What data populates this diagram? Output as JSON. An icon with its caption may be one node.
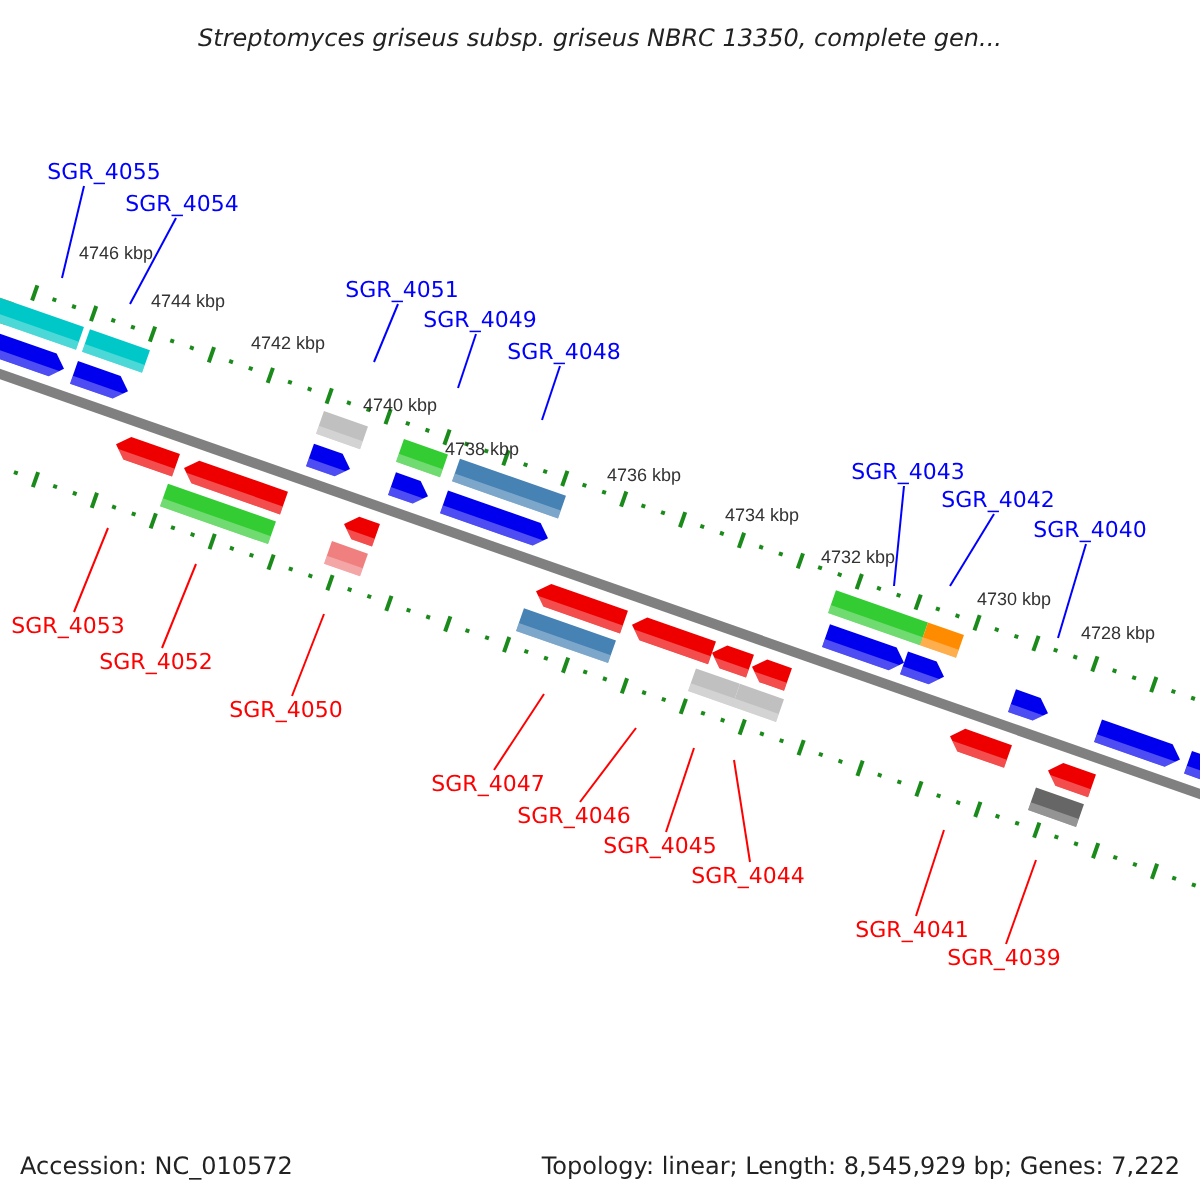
{
  "diagram": {
    "title": "Streptomyces griseus subsp. griseus NBRC 13350, complete gen...",
    "nodes": [
      {
        "text": [
          "SGR_4055"
        ]
      },
      {
        "text": [
          "SGR_4054"
        ]
      },
      {
        "text": [
          "SGR_4051"
        ]
      },
      {
        "text": [
          "SGR_4049"
        ]
      },
      {
        "text": [
          "SGR_4048"
        ]
      },
      {
        "text": [
          "SGR_4043"
        ]
      },
      {
        "text": [
          "SGR_4042"
        ]
      },
      {
        "text": [
          "SGR_4040"
        ]
      },
      {
        "text": [
          "SGR_4053"
        ]
      },
      {
        "text": [
          "SGR_4052"
        ]
      },
      {
        "text": [
          "SGR_4050"
        ]
      },
      {
        "text": [
          "SGR_4047"
        ]
      },
      {
        "text": [
          "SGR_4046"
        ]
      },
      {
        "text": [
          "SGR_4045"
        ]
      },
      {
        "text": [
          "SGR_4044"
        ]
      },
      {
        "text": [
          "SGR_4041"
        ]
      },
      {
        "text": [
          "SGR_4039"
        ]
      }
    ],
    "edges": [
      {
        "from": 0,
        "to": null,
        "arrow": "none",
        "color": "#0000ff"
      },
      {
        "from": 1,
        "to": null,
        "arrow": "none",
        "color": "#0000ff"
      },
      {
        "from": 2,
        "to": null,
        "arrow": "none",
        "color": "#0000ff"
      },
      {
        "from": 3,
        "to": null,
        "arrow": "none",
        "color": "#0000ff"
      },
      {
        "from": 4,
        "to": null,
        "arrow": "none",
        "color": "#0000ff"
      },
      {
        "from": 5,
        "to": null,
        "arrow": "none",
        "color": "#0000ff"
      },
      {
        "from": 6,
        "to": null,
        "arrow": "none",
        "color": "#0000ff"
      },
      {
        "from": 7,
        "to": null,
        "arrow": "none",
        "color": "#0000ff"
      },
      {
        "from": 8,
        "to": null,
        "arrow": "none"
      },
      {
        "from": 9,
        "to": null,
        "arrow": "none"
      },
      {
        "from": 10,
        "to": null,
        "arrow": "none"
      },
      {
        "from": 11,
        "to": null,
        "arrow": "none"
      },
      {
        "from": 12,
        "to": null,
        "arrow": "none"
      },
      {
        "from": 13,
        "to": null,
        "arrow": "none"
      },
      {
        "from": 14,
        "to": null,
        "arrow": "none"
      },
      {
        "from": 15,
        "to": null,
        "arrow": "none"
      },
      {
        "from": 16,
        "to": null,
        "arrow": "none"
      }
    ],
    "labels": [
      "4746 kbp",
      "4744 kbp",
      "4742 kbp",
      "4740 kbp",
      "4738 kbp",
      "4736 kbp",
      "4734 kbp",
      "4732 kbp",
      "4730 kbp",
      "4728 kbp",
      "Accession: NC_010572",
      "Topology: linear; Length: 8,545,929 bp; Genes: 7,222"
    ]
  }
}
